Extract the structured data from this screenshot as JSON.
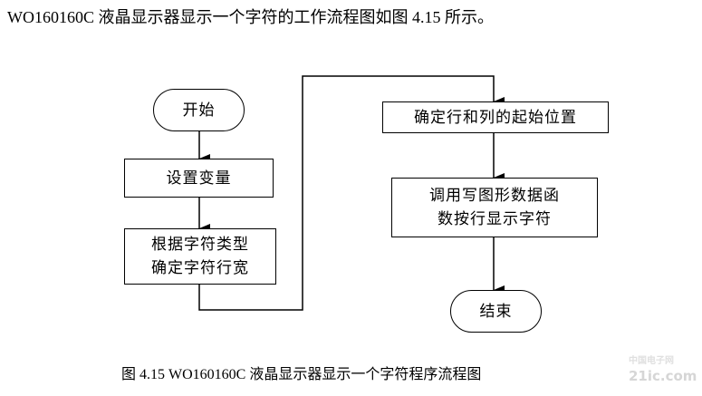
{
  "intro_text": "WO160160C 液晶显示器显示一个字符的工作流程图如图 4.15 所示。",
  "flowchart": {
    "start": "开始",
    "step1": "设置变量",
    "step2_line1": "根据字符类型",
    "step2_line2": "确定字符行宽",
    "step3": "确定行和列的起始位置",
    "step4_line1": "调用写图形数据函",
    "step4_line2": "数按行显示字符",
    "end": "结束"
  },
  "caption": "图 4.15 WO160160C 液晶显示器显示一个字符程序流程图",
  "watermark": {
    "main": "21ic.com",
    "sub": "中国电子网"
  }
}
